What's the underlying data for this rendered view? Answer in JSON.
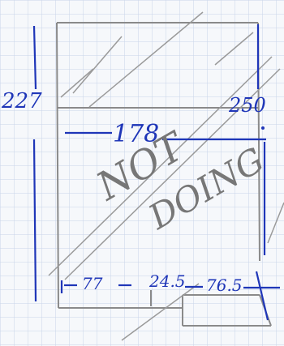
{
  "dimensions": {
    "total_height": "227",
    "upper_right": "250",
    "width": "178",
    "bottom_left": "77",
    "bottom_middle": "24.5",
    "bottom_right": "76.5"
  },
  "annotation": {
    "line1": "NOT",
    "line2": "DOING"
  },
  "colors": {
    "ink": "#1f36b8",
    "pencil": "#8a8a8a",
    "grid": "#c8d4ea",
    "paper": "#f6f8fb"
  }
}
